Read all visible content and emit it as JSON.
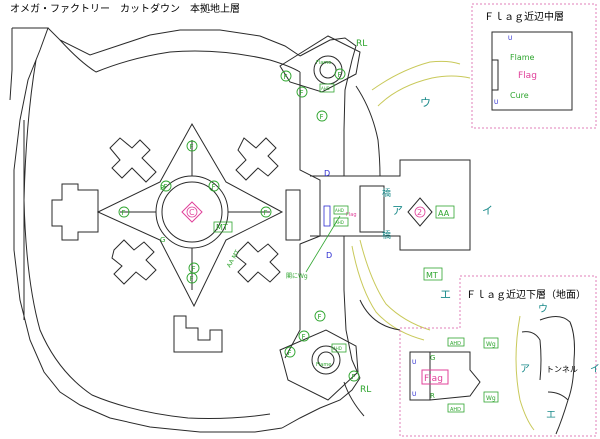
{
  "title": "オメガ・ファクトリー　カットダウン　本拠地上層",
  "colors": {
    "wall": "#2a2a2a",
    "green": "#2fa52f",
    "pink": "#e0409a",
    "blue": "#2a2ad0",
    "teal": "#1a8a8a",
    "dashed": "#e27fb8",
    "contour": "#c9c95a"
  },
  "icons": {
    "f_marker": "F",
    "c_marker": "C",
    "two_marker": "2"
  },
  "labels": {
    "rl": "RL",
    "flame": "Flame",
    "flag": "Flag",
    "cure": "Cure",
    "mt": "MT",
    "aa": "AA",
    "d": "D",
    "r": "R",
    "g": "G",
    "u": "U",
    "hash": "橋",
    "a": "ア",
    "i": "イ",
    "u_kana": "ウ",
    "e": "エ",
    "tunnel": "トンネル",
    "kan_ni_wg": "閣にWg",
    "flag_inline": "Flag",
    "ahd": "AHD",
    "wg": "Wg",
    "aa_mt": "AA MT"
  },
  "insets": {
    "middle": {
      "title": "Ｆｌａｇ近辺中層"
    },
    "lower": {
      "title": "Ｆｌａｇ近辺下層（地面）"
    }
  }
}
